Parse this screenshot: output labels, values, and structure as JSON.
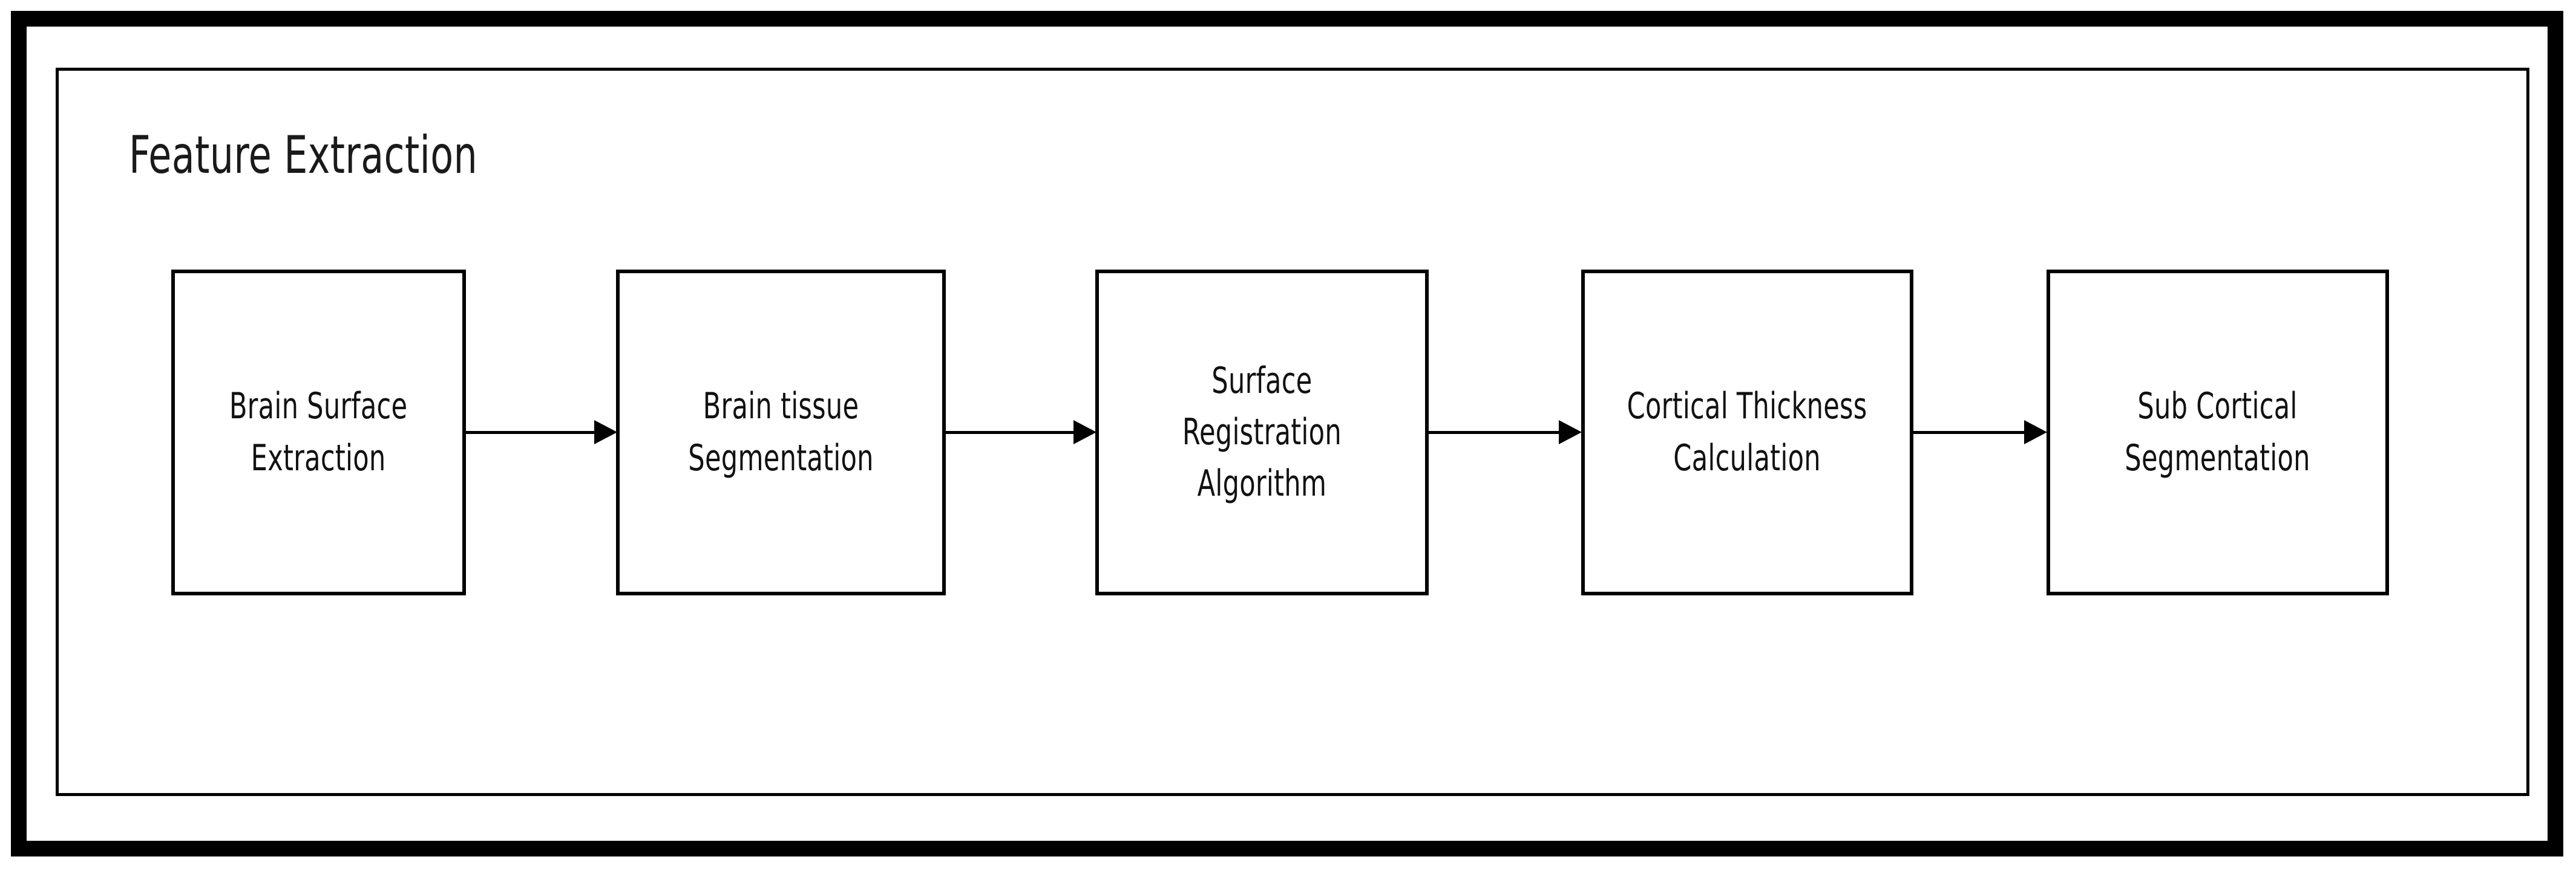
{
  "figure": {
    "section_title": "Feature Extraction",
    "frame_color": "#000000",
    "background_color": "#ffffff",
    "text_color": "#111111"
  },
  "flow": {
    "steps": [
      {
        "id": "brain-surface-extraction",
        "label": "Brain Surface\nExtraction"
      },
      {
        "id": "brain-tissue-segmentation",
        "label": "Brain tissue\nSegmentation"
      },
      {
        "id": "surface-registration-algorithm",
        "label": "Surface\nRegistration\nAlgorithm"
      },
      {
        "id": "cortical-thickness-calculation",
        "label": "Cortical Thickness\nCalculation"
      },
      {
        "id": "sub-cortical-segmentation",
        "label": "Sub Cortical\nSegmentation"
      }
    ],
    "connectors": [
      {
        "from": "brain-surface-extraction",
        "to": "brain-tissue-segmentation"
      },
      {
        "from": "brain-tissue-segmentation",
        "to": "surface-registration-algorithm"
      },
      {
        "from": "surface-registration-algorithm",
        "to": "cortical-thickness-calculation"
      },
      {
        "from": "cortical-thickness-calculation",
        "to": "sub-cortical-segmentation"
      }
    ]
  }
}
